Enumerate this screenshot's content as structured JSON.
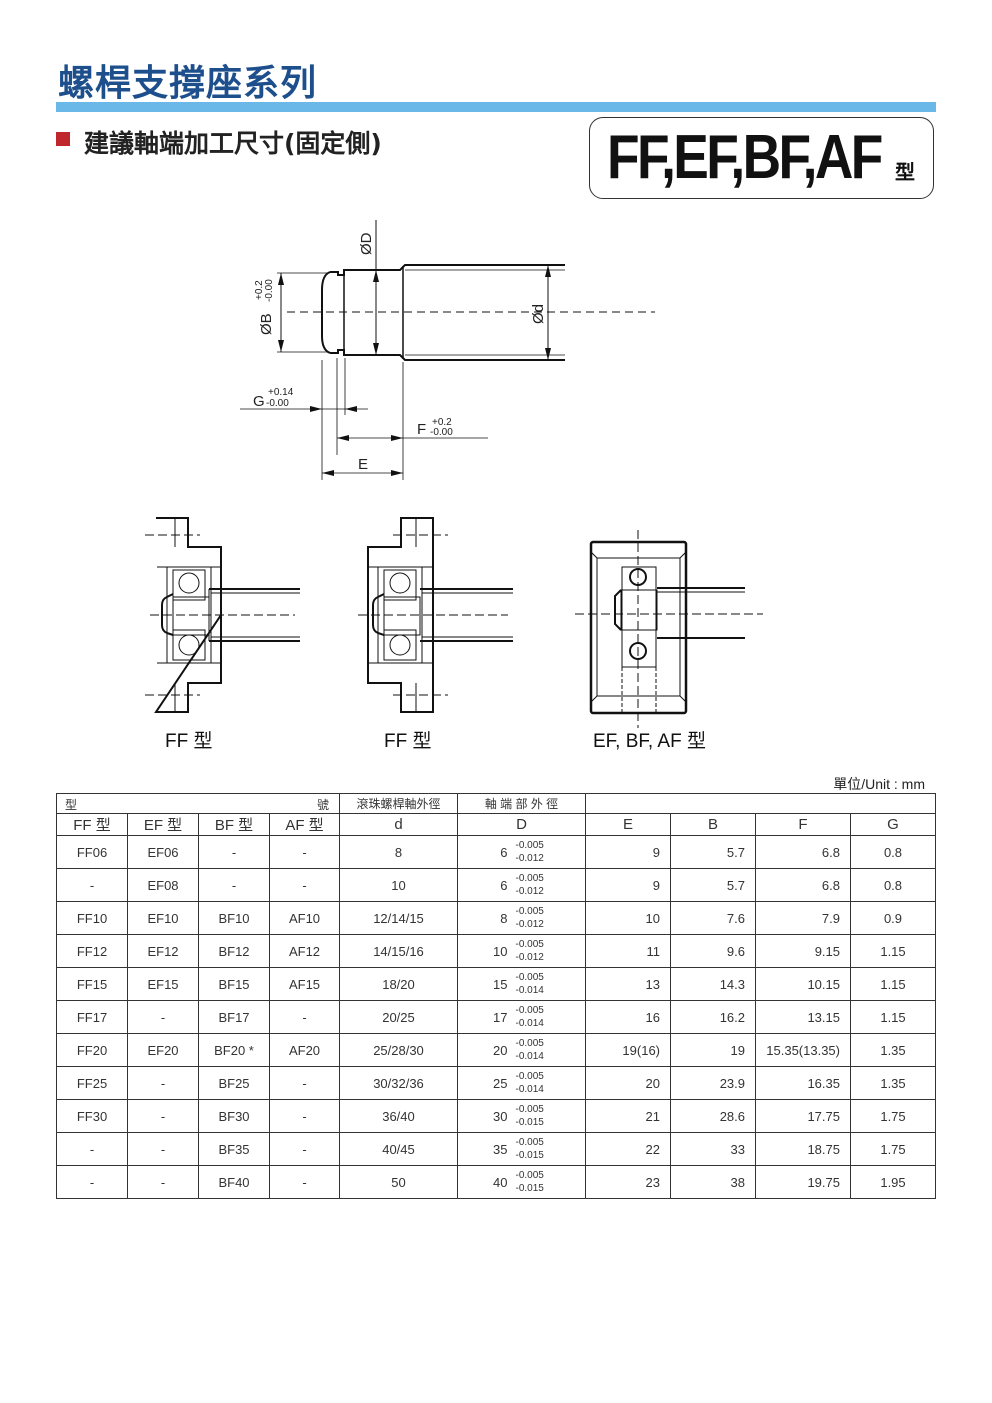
{
  "header": {
    "title": "螺桿支撐座系列",
    "subtitle": "建議軸端加工尺寸(固定側)",
    "type_label": "FF,EF,BF,AF",
    "type_suffix": "型",
    "accent_color": "#1d4f8c",
    "bar_color": "#69b8e8",
    "marker_color": "#c0272d"
  },
  "diagram": {
    "label_D": "ØD",
    "label_B": "ØB",
    "label_B_tol_upper": "+0.2",
    "label_B_tol_lower": "-0.00",
    "label_d": "Ød",
    "label_G": "G",
    "label_G_tol_upper": "+0.14",
    "label_G_tol_lower": "-0.00",
    "label_F": "F",
    "label_F_tol_upper": "+0.2",
    "label_F_tol_lower": "-0.00",
    "label_E": "E"
  },
  "figures": {
    "captions": [
      "FF 型",
      "FF 型",
      "EF, BF, AF 型"
    ]
  },
  "table": {
    "unit": "單位/Unit : mm",
    "header_group_left": "型",
    "header_group_right": "號",
    "header_d_desc": "滾珠螺桿軸外徑",
    "header_D_desc": "軸 端 部 外 徑",
    "columns": [
      "FF 型",
      "EF 型",
      "BF 型",
      "AF 型",
      "d",
      "D",
      "E",
      "B",
      "F",
      "G"
    ],
    "rows": [
      {
        "ff": "FF06",
        "ef": "EF06",
        "bf": "-",
        "af": "-",
        "d": "8",
        "D": "6",
        "D_up": "-0.005",
        "D_lo": "-0.012",
        "E": "9",
        "B": "5.7",
        "F": "6.8",
        "G": "0.8"
      },
      {
        "ff": "-",
        "ef": "EF08",
        "bf": "-",
        "af": "-",
        "d": "10",
        "D": "6",
        "D_up": "-0.005",
        "D_lo": "-0.012",
        "E": "9",
        "B": "5.7",
        "F": "6.8",
        "G": "0.8"
      },
      {
        "ff": "FF10",
        "ef": "EF10",
        "bf": "BF10",
        "af": "AF10",
        "d": "12/14/15",
        "D": "8",
        "D_up": "-0.005",
        "D_lo": "-0.012",
        "E": "10",
        "B": "7.6",
        "F": "7.9",
        "G": "0.9"
      },
      {
        "ff": "FF12",
        "ef": "EF12",
        "bf": "BF12",
        "af": "AF12",
        "d": "14/15/16",
        "D": "10",
        "D_up": "-0.005",
        "D_lo": "-0.012",
        "E": "11",
        "B": "9.6",
        "F": "9.15",
        "G": "1.15"
      },
      {
        "ff": "FF15",
        "ef": "EF15",
        "bf": "BF15",
        "af": "AF15",
        "d": "18/20",
        "D": "15",
        "D_up": "-0.005",
        "D_lo": "-0.014",
        "E": "13",
        "B": "14.3",
        "F": "10.15",
        "G": "1.15"
      },
      {
        "ff": "FF17",
        "ef": "-",
        "bf": "BF17",
        "af": "-",
        "d": "20/25",
        "D": "17",
        "D_up": "-0.005",
        "D_lo": "-0.014",
        "E": "16",
        "B": "16.2",
        "F": "13.15",
        "G": "1.15"
      },
      {
        "ff": "FF20",
        "ef": "EF20",
        "bf": "BF20 *",
        "af": "AF20",
        "d": "25/28/30",
        "D": "20",
        "D_up": "-0.005",
        "D_lo": "-0.014",
        "E": "19(16)",
        "B": "19",
        "F": "15.35(13.35)",
        "G": "1.35"
      },
      {
        "ff": "FF25",
        "ef": "-",
        "bf": "BF25",
        "af": "-",
        "d": "30/32/36",
        "D": "25",
        "D_up": "-0.005",
        "D_lo": "-0.014",
        "E": "20",
        "B": "23.9",
        "F": "16.35",
        "G": "1.35"
      },
      {
        "ff": "FF30",
        "ef": "-",
        "bf": "BF30",
        "af": "-",
        "d": "36/40",
        "D": "30",
        "D_up": "-0.005",
        "D_lo": "-0.015",
        "E": "21",
        "B": "28.6",
        "F": "17.75",
        "G": "1.75"
      },
      {
        "ff": "-",
        "ef": "-",
        "bf": "BF35",
        "af": "-",
        "d": "40/45",
        "D": "35",
        "D_up": "-0.005",
        "D_lo": "-0.015",
        "E": "22",
        "B": "33",
        "F": "18.75",
        "G": "1.75"
      },
      {
        "ff": "-",
        "ef": "-",
        "bf": "BF40",
        "af": "-",
        "d": "50",
        "D": "40",
        "D_up": "-0.005",
        "D_lo": "-0.015",
        "E": "23",
        "B": "38",
        "F": "19.75",
        "G": "1.95"
      }
    ]
  }
}
